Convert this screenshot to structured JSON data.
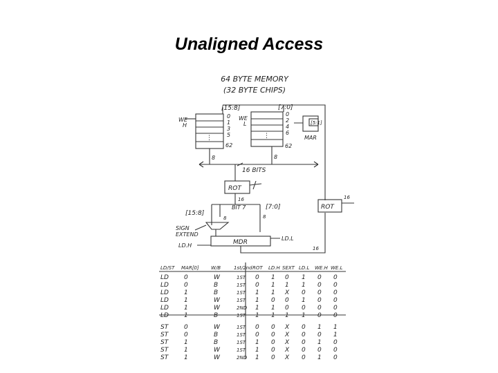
{
  "slide": {
    "title": "Unaligned Access"
  },
  "diagram": {
    "header_line1": "64 BYTE MEMORY",
    "header_line2": "(32 BYTE CHIPS)",
    "chip_left": {
      "bits": "[15:8]",
      "we": "WE",
      "we_sub": "H",
      "row_top": "0",
      "row_a": "1",
      "row_b": "3",
      "row_c": "5",
      "row_d": "⋮",
      "row_last": "62"
    },
    "chip_right": {
      "bits": "[7:0]",
      "we": "WE",
      "we_sub": "L",
      "row_top": "0",
      "row_a": "2",
      "row_b": "4",
      "row_c": "6",
      "row_d": "⋮",
      "row_last": "62"
    },
    "mar_bits": "[5:1]",
    "mar_label": "MAR",
    "bus_width_8a": "8",
    "bus_width_8b": "8",
    "bus_label": "16 BITS",
    "rot_top": "ROT",
    "rot_top_width": "16",
    "rot_right": "ROT",
    "rot_right_width": "16",
    "bits_label": "[15:8]",
    "bit7_label": "BIT 7",
    "low_bits_label": "[7:0]",
    "sign_extend_1": "SIGN",
    "sign_extend_2": "EXTEND",
    "mdr_label": "MDR",
    "ld_h": "LD.H",
    "ld_l": "LD.L",
    "mdr_width": "16",
    "small_8a": "8",
    "small_8b": "8"
  },
  "control_table": {
    "headers": [
      "LD/ST",
      "MAR[0]",
      "W/B",
      "1st/2nd",
      "ROT",
      "LD.H",
      "SEXT",
      "LD.L",
      "WE.H",
      "WE.L"
    ],
    "rows": [
      [
        "LD",
        "0",
        "W",
        "1ST",
        "0",
        "1",
        "0",
        "1",
        "0",
        "0"
      ],
      [
        "LD",
        "0",
        "B",
        "1ST",
        "0",
        "1",
        "1",
        "1",
        "0",
        "0"
      ],
      [
        "LD",
        "1",
        "B",
        "1ST",
        "1",
        "1",
        "X",
        "0",
        "0",
        "0"
      ],
      [
        "LD",
        "1",
        "W",
        "1ST",
        "1",
        "0",
        "0",
        "1",
        "0",
        "0"
      ],
      [
        "LD",
        "1",
        "W",
        "2ND",
        "1",
        "1",
        "0",
        "0",
        "0",
        "0"
      ],
      [
        "LD",
        "1",
        "B",
        "1ST",
        "1",
        "1",
        "1",
        "1",
        "0",
        "0"
      ],
      [
        "ST",
        "0",
        "W",
        "1ST",
        "0",
        "0",
        "X",
        "0",
        "1",
        "1"
      ],
      [
        "ST",
        "0",
        "B",
        "1ST",
        "0",
        "0",
        "X",
        "0",
        "0",
        "1"
      ],
      [
        "ST",
        "1",
        "B",
        "1ST",
        "1",
        "0",
        "X",
        "0",
        "1",
        "0"
      ],
      [
        "ST",
        "1",
        "W",
        "1ST",
        "1",
        "0",
        "X",
        "0",
        "0",
        "0"
      ],
      [
        "ST",
        "1",
        "W",
        "2ND",
        "1",
        "0",
        "X",
        "0",
        "1",
        "0"
      ]
    ]
  }
}
